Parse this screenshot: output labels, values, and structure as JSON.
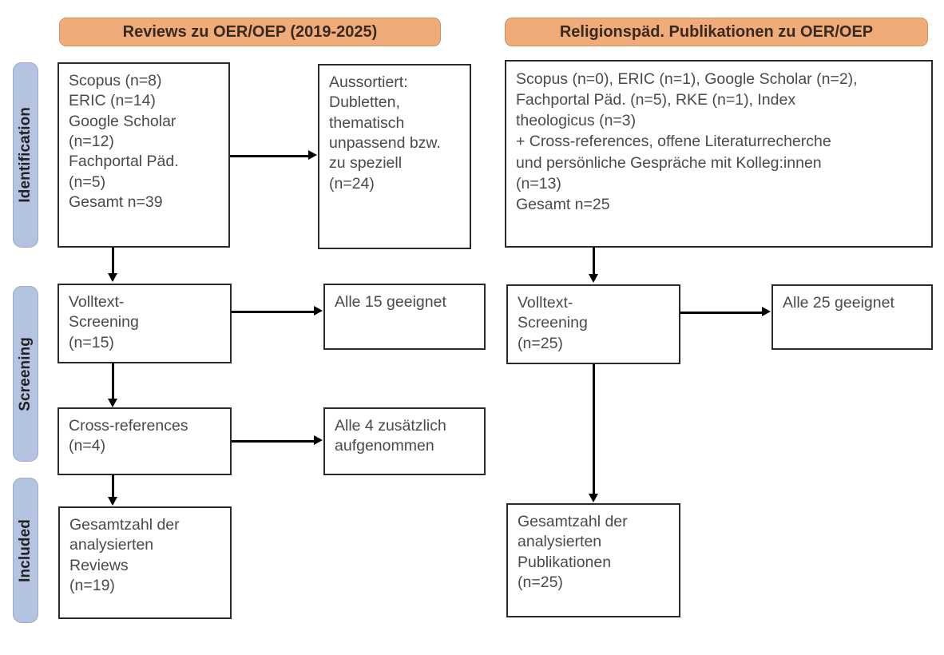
{
  "stages": [
    {
      "label": "Identification"
    },
    {
      "label": "Screening"
    },
    {
      "label": "Included"
    }
  ],
  "columns": [
    {
      "header": "Reviews zu OER/OEP (2019-2025)"
    },
    {
      "header": "Religionspäd. Publikationen zu OER/OEP"
    }
  ],
  "colors": {
    "header_fill": "#f0ab7b",
    "header_border": "#d98f5c",
    "stage_fill": "#b3c3e0",
    "stage_border": "#9aabcd",
    "box_border": "#2b2b2b",
    "text": "#4a4a4a",
    "connector": "#000000"
  },
  "boxes": {
    "left_sources": {
      "lines": [
        "Scopus (n=8)",
        "ERIC (n=14)",
        "Google Scholar",
        "(n=12)",
        "Fachportal Päd.",
        "(n=5)",
        "Gesamt n=39"
      ]
    },
    "left_excluded": {
      "lines": [
        "Aussortiert:",
        "Dubletten,",
        "thematisch",
        "unpassend bzw.",
        "zu speziell",
        "(n=24)"
      ]
    },
    "left_fulltext": {
      "lines": [
        "Volltext-",
        "Screening",
        "(n=15)"
      ]
    },
    "left_fulltext_result": {
      "lines": [
        "Alle 15 geeignet"
      ]
    },
    "left_crossrefs": {
      "lines": [
        "Cross-references",
        "(n=4)"
      ]
    },
    "left_crossrefs_result": {
      "lines": [
        "Alle 4 zusätzlich",
        "aufgenommen"
      ]
    },
    "left_included": {
      "lines": [
        "Gesamtzahl der",
        "analysierten",
        "Reviews",
        "(n=19)"
      ]
    },
    "right_sources": {
      "lines": [
        "Scopus (n=0), ERIC (n=1), Google Scholar (n=2),",
        "Fachportal Päd. (n=5), RKE (n=1), Index",
        "theologicus (n=3)",
        "+ Cross-references, offene Literaturrecherche",
        "und persönliche Gespräche mit Kolleg:innen",
        "(n=13)",
        "Gesamt n=25"
      ]
    },
    "right_fulltext": {
      "lines": [
        "Volltext-",
        "Screening",
        "(n=25)"
      ]
    },
    "right_fulltext_result": {
      "lines": [
        "Alle 25 geeignet"
      ]
    },
    "right_included": {
      "lines": [
        "Gesamtzahl der",
        "analysierten",
        "Publikationen",
        "(n=25)"
      ]
    }
  }
}
